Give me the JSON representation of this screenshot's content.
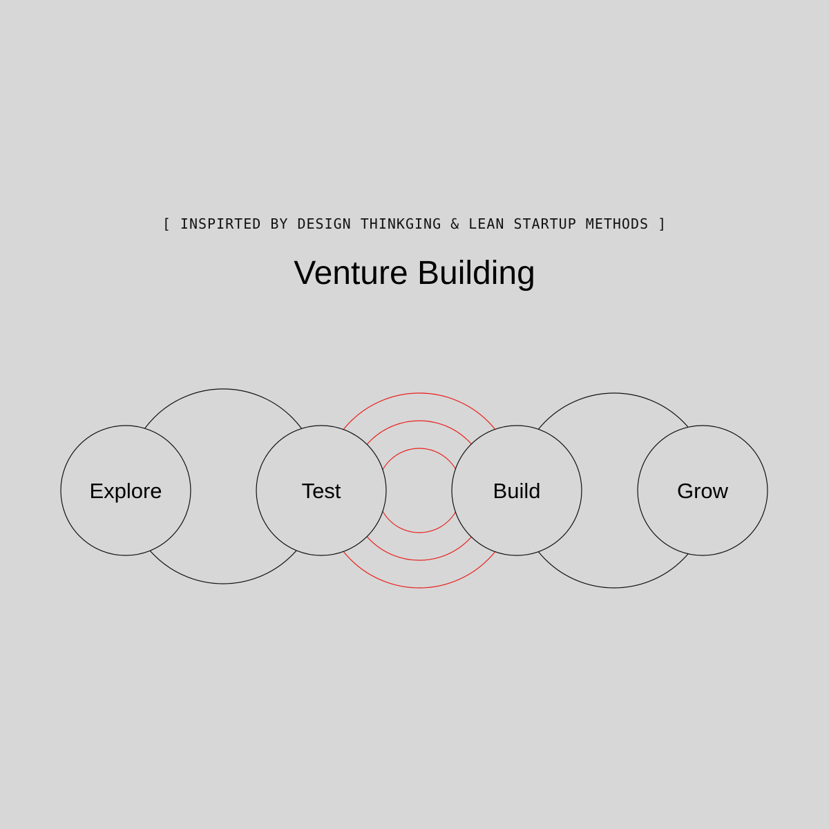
{
  "colors": {
    "background": "#d7d7d7",
    "outline": "#111111",
    "accent": "#e8221e",
    "text": "#000000"
  },
  "header": {
    "subtitle": "[ INSPIRTED BY DESIGN THINKGING & LEAN STARTUP METHODS ]",
    "title": "Venture Building"
  },
  "stages": [
    {
      "label": "Explore"
    },
    {
      "label": "Test"
    },
    {
      "label": "Build"
    },
    {
      "label": "Grow"
    }
  ]
}
